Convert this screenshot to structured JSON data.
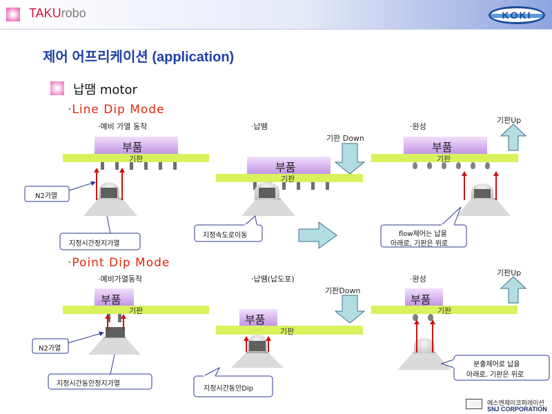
{
  "header": {
    "brand_main": "TAKU",
    "brand_sub": "robo",
    "logo_text": "KOKI"
  },
  "page_title": "제어 어프리케이션 (application)",
  "section_heading": "납땜 motor",
  "line_dip": {
    "title": "·Line  Dip  Mode",
    "step1": "·예비 가열 동작",
    "step2": "·납땜",
    "step3": "·완성",
    "part_label": "부품",
    "board_label": "기판",
    "board_down": "기판 Down",
    "board_up": "기판Up",
    "callout_n2": "N2가열",
    "callout_preheat": "지정시간정지가열",
    "callout_speed": "지정속도로이동",
    "callout_flow_line1": "flow제어는 납을",
    "callout_flow_line2": "아래로, 기판은 위로"
  },
  "point_dip": {
    "title": "·Point  Dip  Mode",
    "step1": "·예비가열동작",
    "step2": "·납땜(납도포)",
    "step3": "·완성",
    "part_label": "부품",
    "board_label": "기판",
    "board_down": "기판Down",
    "board_up": "기판Up",
    "callout_n2": "N2가열",
    "callout_preheat": "지정시간동안정지가열",
    "callout_dip": "지정시간동안Dip",
    "callout_jet_line1": "분출제어로 납을",
    "callout_jet_line2": "아래로, 기판은 위로"
  },
  "footer": {
    "company_kr": "에스엔제이코퍼레이션",
    "company_en": "SNJ CORPORATION"
  },
  "colors": {
    "title_blue": "#1d3fa8",
    "mode_red": "#e0260e",
    "board_green": "#d8f25e",
    "part_purple": "#c494e6",
    "callout_border": "#2b3a8c",
    "arrow_teal": "#b3dde3",
    "heat_red": "#d01010"
  }
}
